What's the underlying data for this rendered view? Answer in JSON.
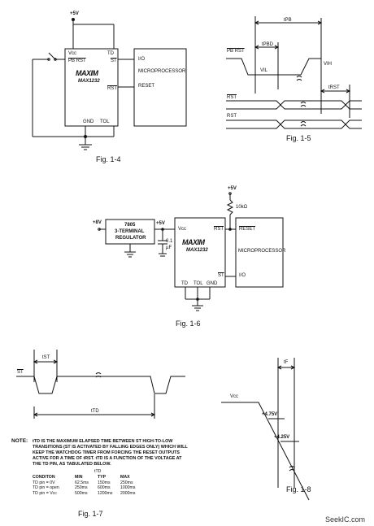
{
  "fig1_4": {
    "caption": "Fig. 1-4",
    "supply": "+5V",
    "chip_logo": "MAXIM",
    "chip_part": "MAX1232",
    "pins": {
      "vcc": "Vcc",
      "td": "TD",
      "pbrst": "PB RST",
      "st": "ST",
      "rst": "RST",
      "gnd": "GND",
      "tol": "TOL"
    },
    "mp_name": "MICROPROCESSOR",
    "mp_io": "I/O",
    "mp_reset": "RESET"
  },
  "fig1_5": {
    "caption": "Fig. 1-5",
    "labels": {
      "tpb": "tPB",
      "tpbd": "tPBD",
      "pbrst": "PB RST",
      "vil": "VIL",
      "vih": "VIH",
      "trst": "tRST",
      "rst": "RST",
      "rst_bar": "RST"
    }
  },
  "fig1_6": {
    "caption": "Fig. 1-6",
    "supply": "+5V",
    "input": "+8V",
    "reg_line1": "7805",
    "reg_line2": "3-TERMINAL",
    "reg_line3": "REGULATOR",
    "reg_out": "+5V",
    "cap_val1": "0.1",
    "cap_val2": "µF",
    "resistor": "10kΩ",
    "chip_logo": "MAXIM",
    "chip_part": "MAX1232",
    "pins": {
      "vcc": "Vcc",
      "rst": "RST",
      "st": "ST",
      "td": "TD",
      "tol": "TOL",
      "gnd": "GND"
    },
    "mp_reset": "RESET",
    "mp_name": "MICROPROCESSOR",
    "mp_io": "I/O"
  },
  "fig1_7": {
    "caption": "Fig. 1-7",
    "tst": "tST",
    "st": "ST",
    "ttd": "tTD",
    "note_label": "NOTE:",
    "note_lines": [
      "tTD IS THE MAXIMUM ELAPSED TIME BETWEEN ST HIGH-TO-LOW",
      "TRANSITIONS (ST IS ACTIVATED BY FALLING EDGES ONLY) WHICH WILL",
      "KEEP THE WATCHDOG TIMER FROM FORCING THE RESET OUTPUTS",
      "ACTIVE FOR A TIME OF tRST. tTD IS A FUNCTION OF THE VOLTAGE AT",
      "THE TD PIN, AS TABULATED BELOW."
    ],
    "table": {
      "group_header": "tTD",
      "headers": [
        "CONDITON",
        "MIN",
        "TYP",
        "MAX"
      ],
      "rows": [
        [
          "TD pin = 0V",
          "62.5ms",
          "150ms",
          "250ms"
        ],
        [
          "TD pin = open",
          "250ms",
          "600ms",
          "1000ms"
        ],
        [
          "TD pin = Vcc",
          "500ms",
          "1200ms",
          "2000ms"
        ]
      ]
    }
  },
  "fig1_8": {
    "caption": "Fig. 1-8",
    "tf": "tF",
    "vcc": "Vcc",
    "v1": "+4.75V",
    "v2": "+4.25V"
  },
  "watermark": "SeekIC.com"
}
